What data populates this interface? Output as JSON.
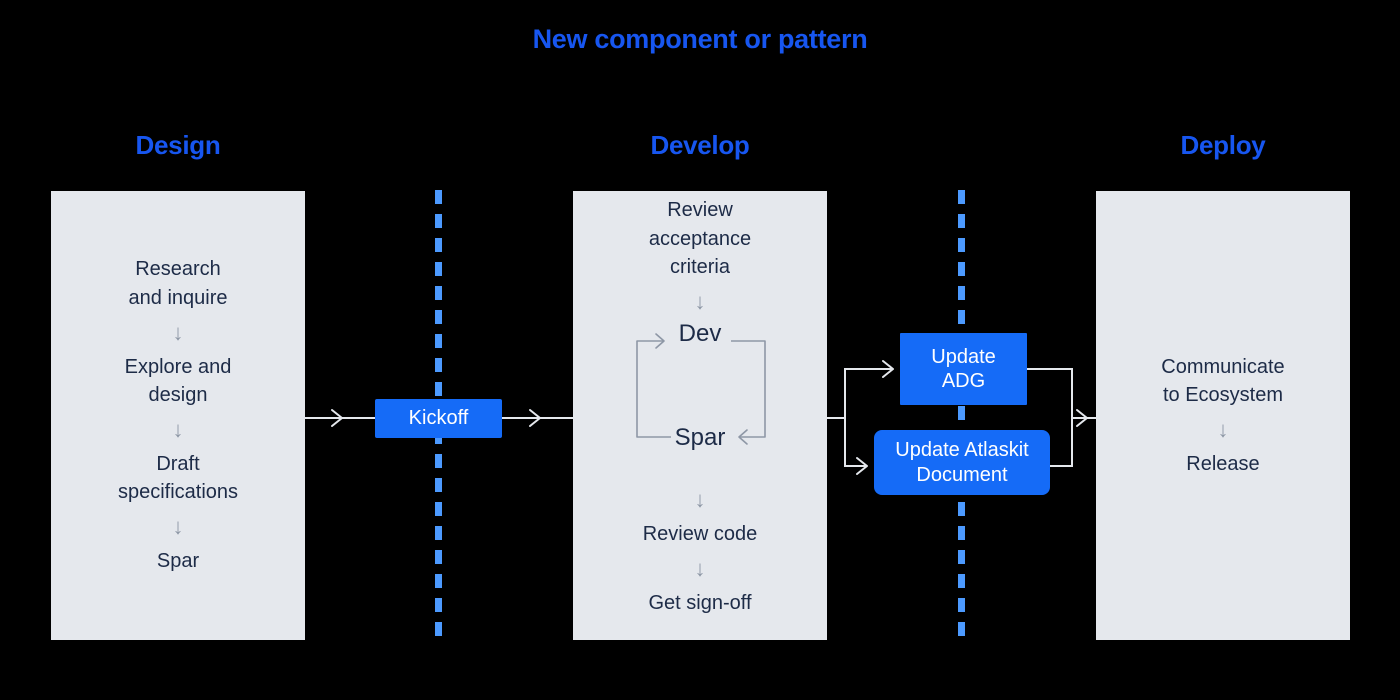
{
  "title": "New component or pattern",
  "colors": {
    "background": "#000000",
    "accent_blue": "#1756f0",
    "box_blue": "#156bf7",
    "dashed_blue": "#4c9aff",
    "panel_gray": "#e5e8ed",
    "panel_text": "#1d2b47",
    "connector_gray": "#e5e8ed",
    "inner_arrow_gray": "#8e97a6"
  },
  "stages": [
    {
      "id": "design",
      "heading": "Design",
      "steps": [
        "Research\nand inquire",
        "Explore and\ndesign",
        "Draft\nspecifications",
        "Spar"
      ],
      "arrow_glyph": "↓"
    },
    {
      "id": "develop",
      "heading": "Develop",
      "steps_top": [
        "Review\nacceptance\ncriteria"
      ],
      "loop": {
        "top_label": "Dev",
        "bottom_label": "Spar"
      },
      "steps_bottom": [
        "Review code",
        "Get sign-off"
      ],
      "arrow_glyph": "↓"
    },
    {
      "id": "deploy",
      "heading": "Deploy",
      "steps": [
        "Communicate\nto Ecosystem",
        "Release"
      ],
      "arrow_glyph": "↓"
    }
  ],
  "gates": [
    {
      "id": "kickoff",
      "label": "Kickoff"
    }
  ],
  "branch_boxes": [
    {
      "id": "update-adg",
      "label": "Update\nADG"
    },
    {
      "id": "update-atlaskit",
      "label": "Update Atlaskit\nDocument"
    }
  ],
  "dividers": [
    {
      "id": "divider-1",
      "name": "kickoff-phase-divider"
    },
    {
      "id": "divider-2",
      "name": "handoff-phase-divider"
    }
  ]
}
